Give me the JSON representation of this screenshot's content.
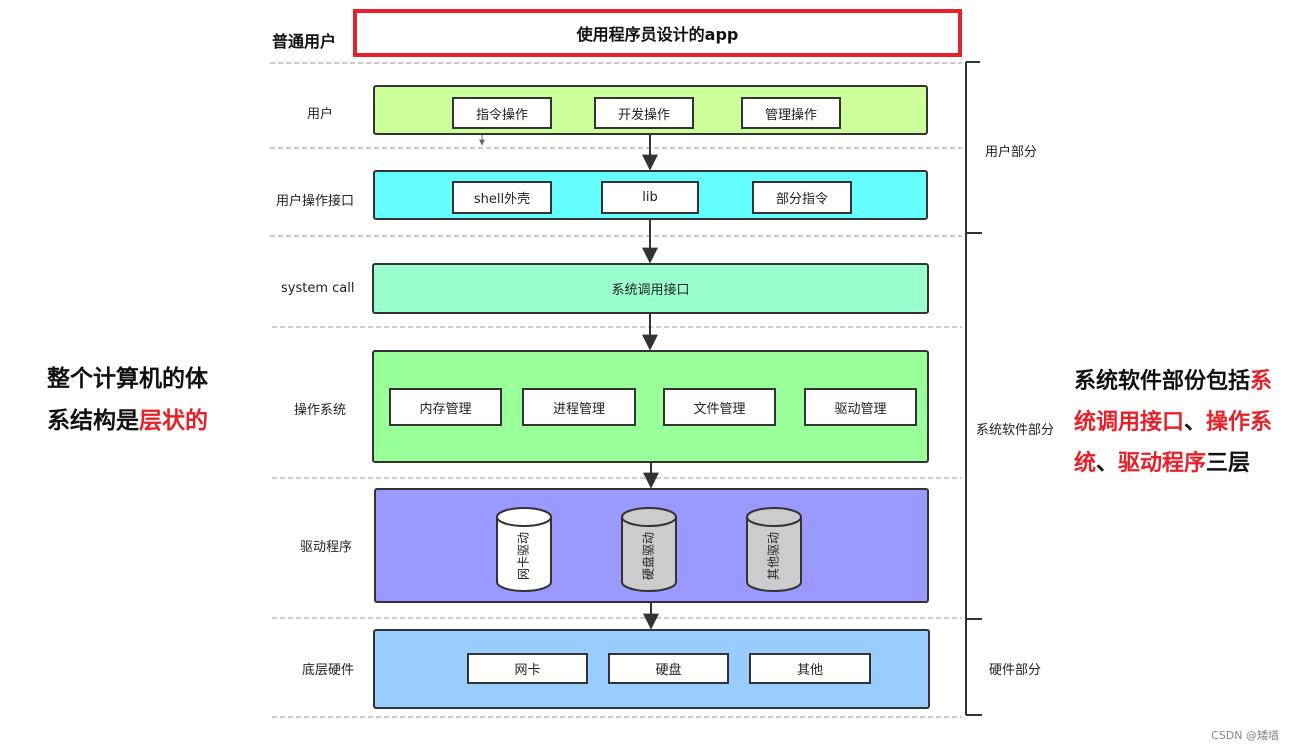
{
  "top": {
    "label": "普通用户",
    "app": "使用程序员设计的app"
  },
  "rows": {
    "user": {
      "label": "用户",
      "items": [
        "指令操作",
        "开发操作",
        "管理操作"
      ]
    },
    "user_interface": {
      "label": "用户操作接口",
      "items": [
        "shell外壳",
        "lib",
        "部分指令"
      ]
    },
    "syscall": {
      "label": "system call",
      "box": "系统调用接口"
    },
    "os": {
      "label": "操作系统",
      "items": [
        "内存管理",
        "进程管理",
        "文件管理",
        "驱动管理"
      ]
    },
    "driver": {
      "label": "驱动程序",
      "items": [
        "网卡驱动",
        "硬盘驱动",
        "其他驱动"
      ]
    },
    "hardware": {
      "label": "底层硬件",
      "items": [
        "网卡",
        "硬盘",
        "其他"
      ]
    }
  },
  "sections": {
    "user_part": "用户部分",
    "system_part": "系统软件部分",
    "hardware_part": "硬件部分"
  },
  "left_note": {
    "line1": "整个计算机的体",
    "line2_black": "系结构是",
    "line2_red": "层状的"
  },
  "right_note": {
    "l1_black": "系统软件部份包括",
    "l1_red": "系",
    "l2_red1": "统调用接口",
    "l2_black": "、",
    "l2_red2": "操作系",
    "l3_red1": "统",
    "l3_black1": "、",
    "l3_red2": "驱动程序",
    "l3_black2": "三层"
  },
  "footer": "CSDN @矮墙",
  "colors": {
    "user": "#ccff99",
    "user_interface": "#66ffff",
    "syscall": "#99ffcc",
    "os": "#99ff99",
    "driver": "#9999ff",
    "hardware": "#99ccff",
    "accent_red": "#e8202a"
  }
}
